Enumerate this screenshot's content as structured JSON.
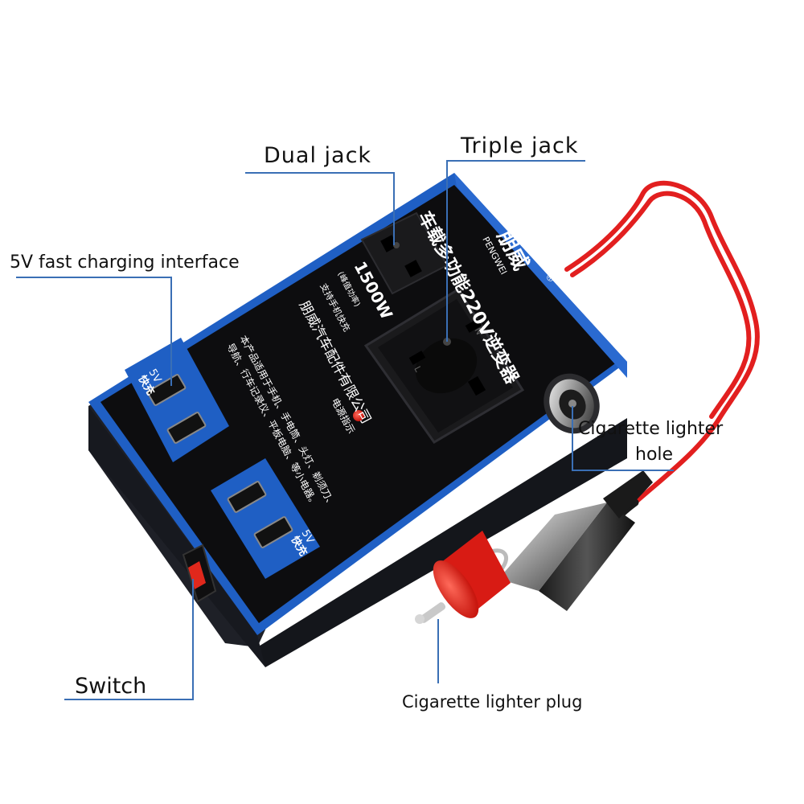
{
  "callouts": {
    "dual_jack": "Dual jack",
    "triple_jack": "Triple jack",
    "fast_charge": "5V fast charging interface",
    "lighter_hole_line1": "Cigarette lighter",
    "lighter_hole_line2": "hole",
    "switch": "Switch",
    "lighter_plug": "Cigarette lighter plug"
  },
  "device": {
    "brand_cn": "朋威",
    "brand_en": "PENGWEI",
    "registered": "®",
    "title_cn": "车载多功能220V逆变器",
    "power": "1500W",
    "power_note": "(峰值功率)",
    "support_text": "支持手机快充",
    "company": "朋威汽车配件有限公司",
    "power_indicator": "电源指示",
    "usage_line1": "本产品适用于手机、手电筒、头灯、剃须刀、",
    "usage_line2": "导航、行车记录仪、平板电脑、等小电器。",
    "usb_label_5v": "5V",
    "usb_label_fast": "快充",
    "socket_n": "N",
    "socket_l": "L"
  },
  "colors": {
    "body_top": "#0d0d0f",
    "body_side": "#1a1c22",
    "frame_blue": "#1f5fc4",
    "cable_red": "#e21f1f",
    "switch_red": "#e0281c",
    "callout_line": "#3a6fb5"
  }
}
